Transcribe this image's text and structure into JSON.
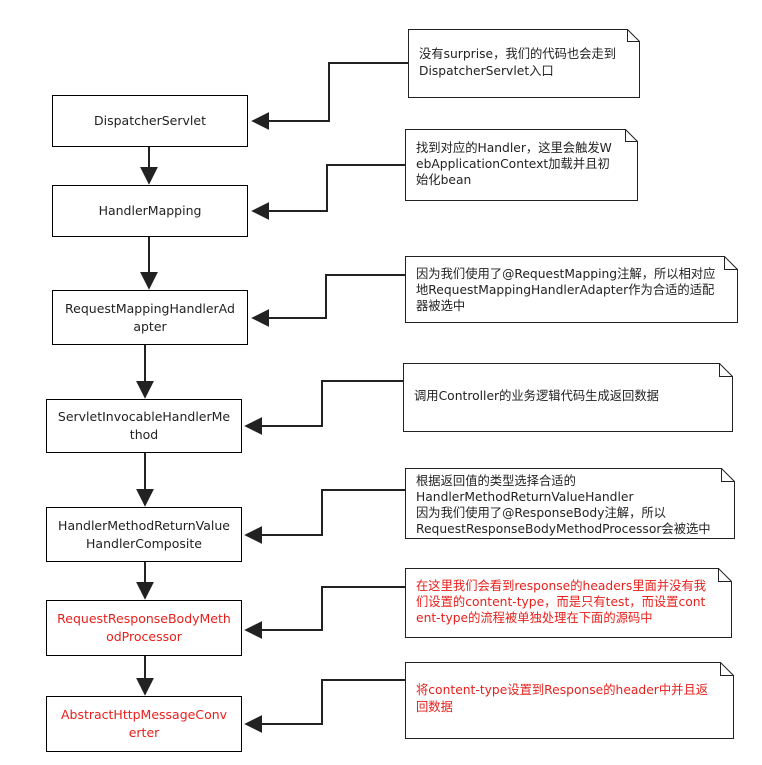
{
  "flow_nodes": [
    {
      "label": "DispatcherServlet",
      "highlight": false
    },
    {
      "label": "HandlerMapping",
      "highlight": false
    },
    {
      "label": "RequestMappingHandlerAdapter",
      "highlight": false
    },
    {
      "label": "ServletInvocableHandlerMethod",
      "highlight": false
    },
    {
      "label": "HandlerMethodReturnValueHandlerComposite",
      "highlight": false
    },
    {
      "label": "RequestResponseBodyMethodProcessor",
      "highlight": true
    },
    {
      "label": "AbstractHttpMessageConverter",
      "highlight": true
    }
  ],
  "notes": [
    {
      "text": "没有surprise，我们的代码也会走到DispatcherServlet入口",
      "highlight": false
    },
    {
      "text": "找到对应的Handler，这里会触发WebApplicationContext加载并且初始化bean",
      "highlight": false
    },
    {
      "text": "因为我们使用了@RequestMapping注解，所以相对应地RequestMappingHandlerAdapter作为合适的适配器被选中",
      "highlight": false
    },
    {
      "text": "调用Controller的业务逻辑代码生成返回数据",
      "highlight": false
    },
    {
      "text": "根据返回值的类型选择合适的\nHandlerMethodReturnValueHandler\n因为我们使用了@ResponseBody注解，所以\nRequestResponseBodyMethodProcessor会被选中",
      "highlight": false
    },
    {
      "text": "在这里我们会看到response的headers里面并没有我们设置的content-type，而是只有test，而设置content-type的流程被单独处理在下面的源码中",
      "highlight": true
    },
    {
      "text": "将content-type设置到Response的header中并且返回数据",
      "highlight": true
    }
  ],
  "colors": {
    "line": "#222222",
    "highlight_text": "#e8201c",
    "normal_text": "#222222"
  }
}
